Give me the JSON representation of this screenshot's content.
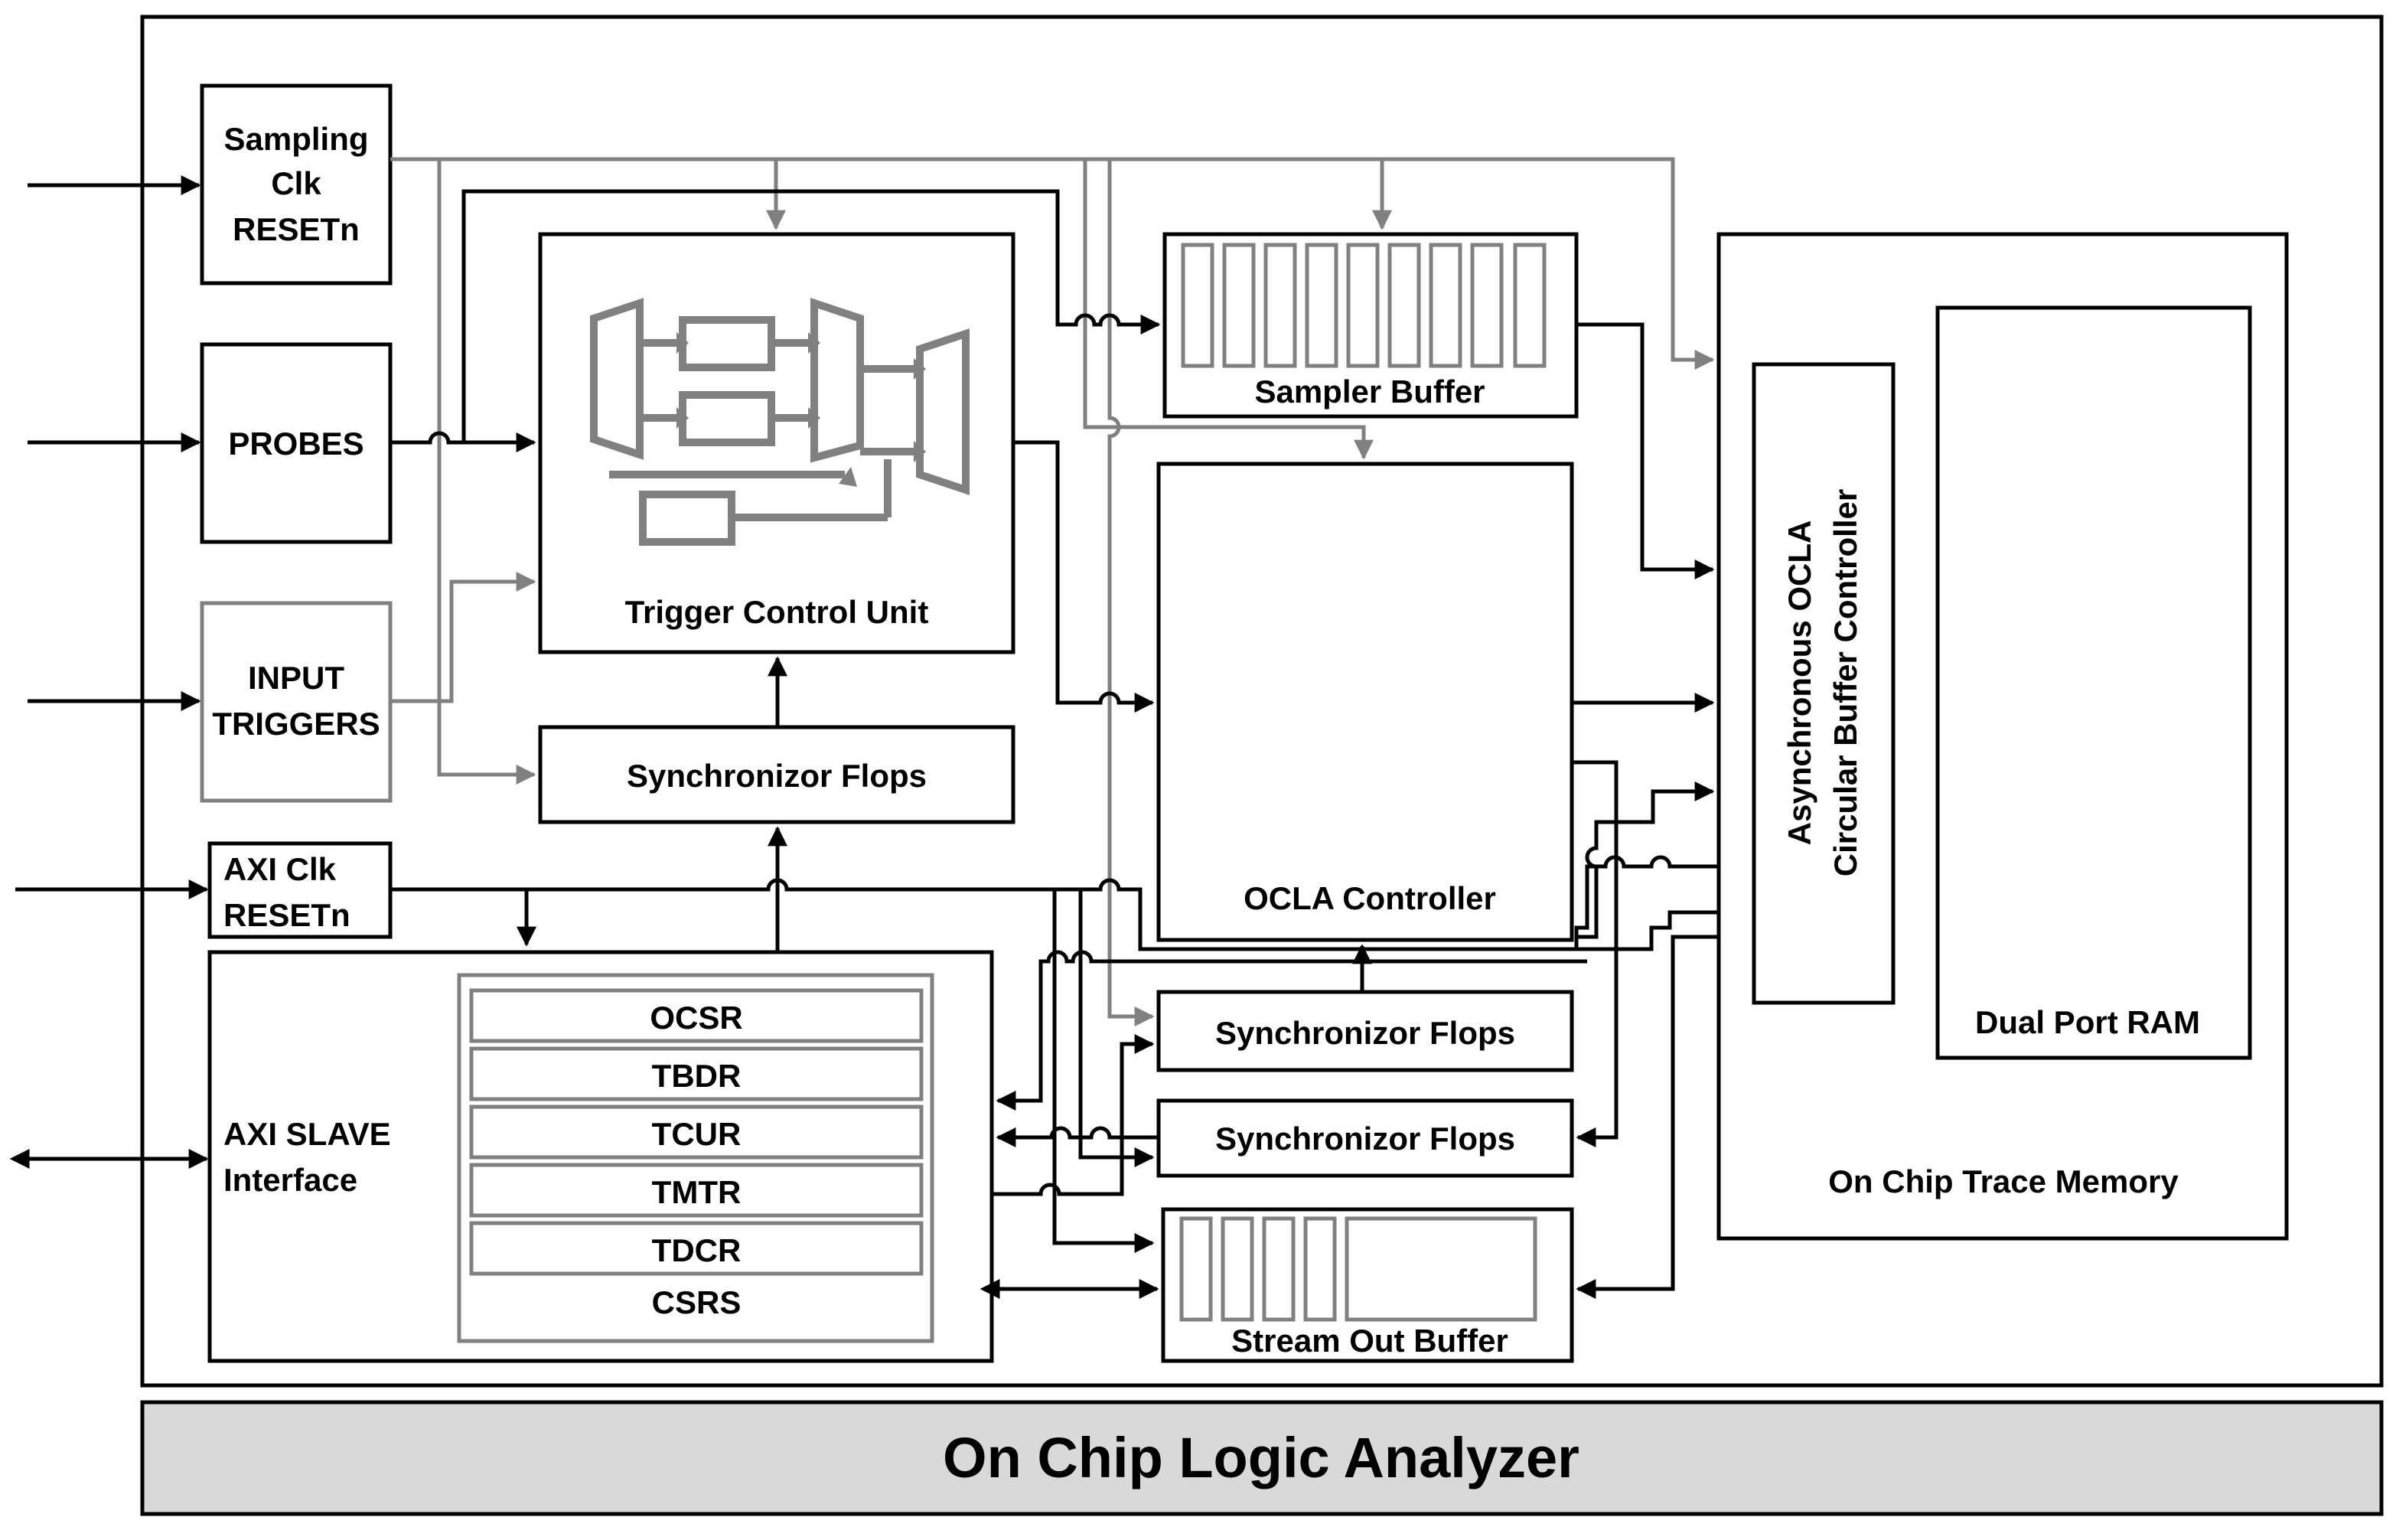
{
  "footer": {
    "title": "On Chip Logic Analyzer"
  },
  "blocks": {
    "sampling_clk": [
      "Sampling",
      "Clk",
      "RESETn"
    ],
    "probes": "PROBES",
    "input_triggers": [
      "INPUT",
      "TRIGGERS"
    ],
    "axi_clk": [
      "AXI Clk",
      "RESETn"
    ],
    "axi_slave": [
      "AXI SLAVE",
      "Interface"
    ],
    "trigger_control_unit": "Trigger Control Unit",
    "sync_flops_top": "Synchronizor Flops",
    "sampler_buffer": "Sampler Buffer",
    "ocla_controller": "OCLA Controller",
    "sync_flops_mid": "Synchronizor Flops",
    "sync_flops_low": "Synchronizor Flops",
    "stream_out_buffer": "Stream Out Buffer",
    "circular_buffer_controller": [
      "Asynchronous OCLA",
      "Circular Buffer Controller"
    ],
    "dual_port_ram": "Dual Port RAM",
    "on_chip_trace_memory": "On Chip Trace Memory"
  },
  "csr_registers": [
    "OCSR",
    "TBDR",
    "TCUR",
    "TMTR",
    "TDCR"
  ],
  "csr_group_label": "CSRS",
  "colors": {
    "signal": "#000000",
    "trigger_signal": "#808080",
    "footer_bg": "#d9d9d9",
    "block_border": "#000000"
  }
}
